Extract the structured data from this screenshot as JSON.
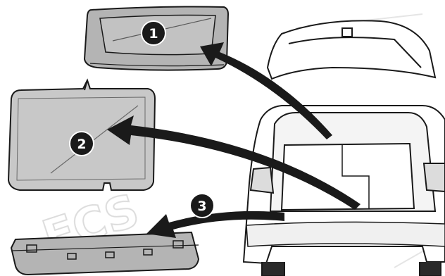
{
  "callouts": [
    {
      "id": "parcel-shelf",
      "number": "1"
    },
    {
      "id": "floor-panel",
      "number": "2"
    },
    {
      "id": "sill-trim",
      "number": "3"
    }
  ],
  "watermark": {
    "text": "ECS"
  },
  "colors": {
    "line": "#1a1a1a",
    "part_fill": "#b4b4b4",
    "panel_fill": "#c8c8c8",
    "car_fill": "#ffffff",
    "callout_fill": "#1a1a1a",
    "watermark": "#d9d9d9"
  }
}
